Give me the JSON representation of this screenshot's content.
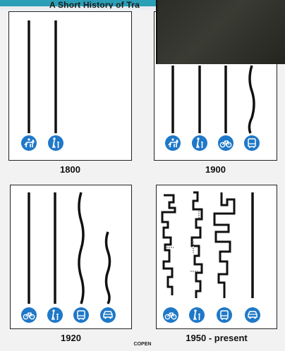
{
  "header": {
    "title": "A Short History of Tra"
  },
  "panels": [
    {
      "label": "1800"
    },
    {
      "label": "1900"
    },
    {
      "label": "1920"
    },
    {
      "label": "1950 - present"
    }
  ],
  "footer": {
    "text": "COPEN"
  },
  "colors": {
    "sign_blue": "#1f78c8",
    "line": "#111111",
    "accent_teal": "#2a9fb6"
  },
  "icons": [
    "horse-rider-icon",
    "pedestrians-icon",
    "bicycle-icon",
    "bus-icon",
    "car-icon"
  ]
}
